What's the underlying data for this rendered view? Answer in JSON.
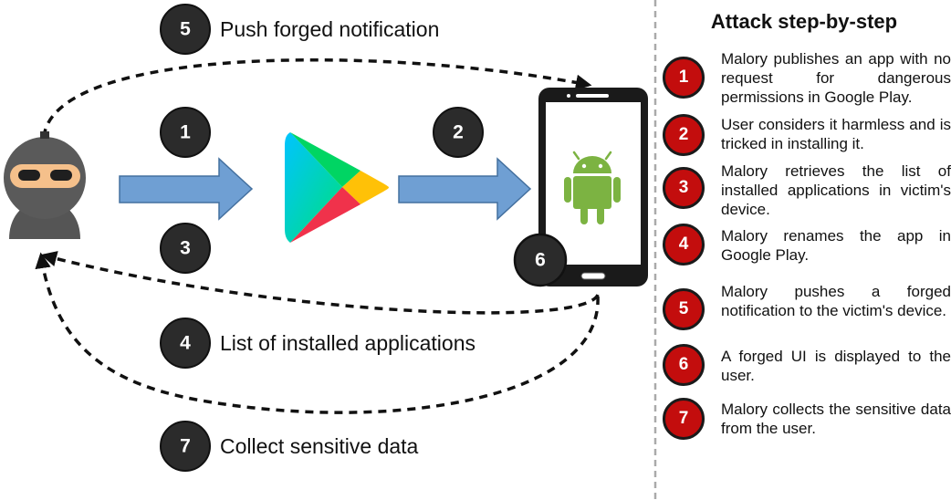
{
  "diagram": {
    "top_step": {
      "number": "5",
      "label": "Push forged notification"
    },
    "arrow1_badge": "1",
    "arrow2_badge": "2",
    "arrow3_badge": "3",
    "phone_badge": "6",
    "mid_step": {
      "number": "4",
      "label": "List of installed applications"
    },
    "bottom_step": {
      "number": "7",
      "label": "Collect sensitive data"
    }
  },
  "panel": {
    "title": "Attack step-by-step",
    "steps": [
      {
        "number": "1",
        "text": "Malory publishes an app with no request for dangerous permissions in Google Play."
      },
      {
        "number": "2",
        "text": "User considers it harmless and is tricked in installing it."
      },
      {
        "number": "3",
        "text": "Malory retrieves the list of installed applications in victim's device."
      },
      {
        "number": "4",
        "text": "Malory renames the app in Google Play."
      },
      {
        "number": "5",
        "text": "Malory pushes a forged notification to the victim's device."
      },
      {
        "number": "6",
        "text": "A forged UI is displayed to the user."
      },
      {
        "number": "7",
        "text": "Malory collects the sensitive data from the user."
      }
    ]
  },
  "colors": {
    "badge_dark": "#2b2b2b",
    "badge_red": "#c30d0d",
    "arrow_fill": "#6f9fd3",
    "arrow_stroke": "#44709f",
    "android_green": "#7cb342"
  }
}
